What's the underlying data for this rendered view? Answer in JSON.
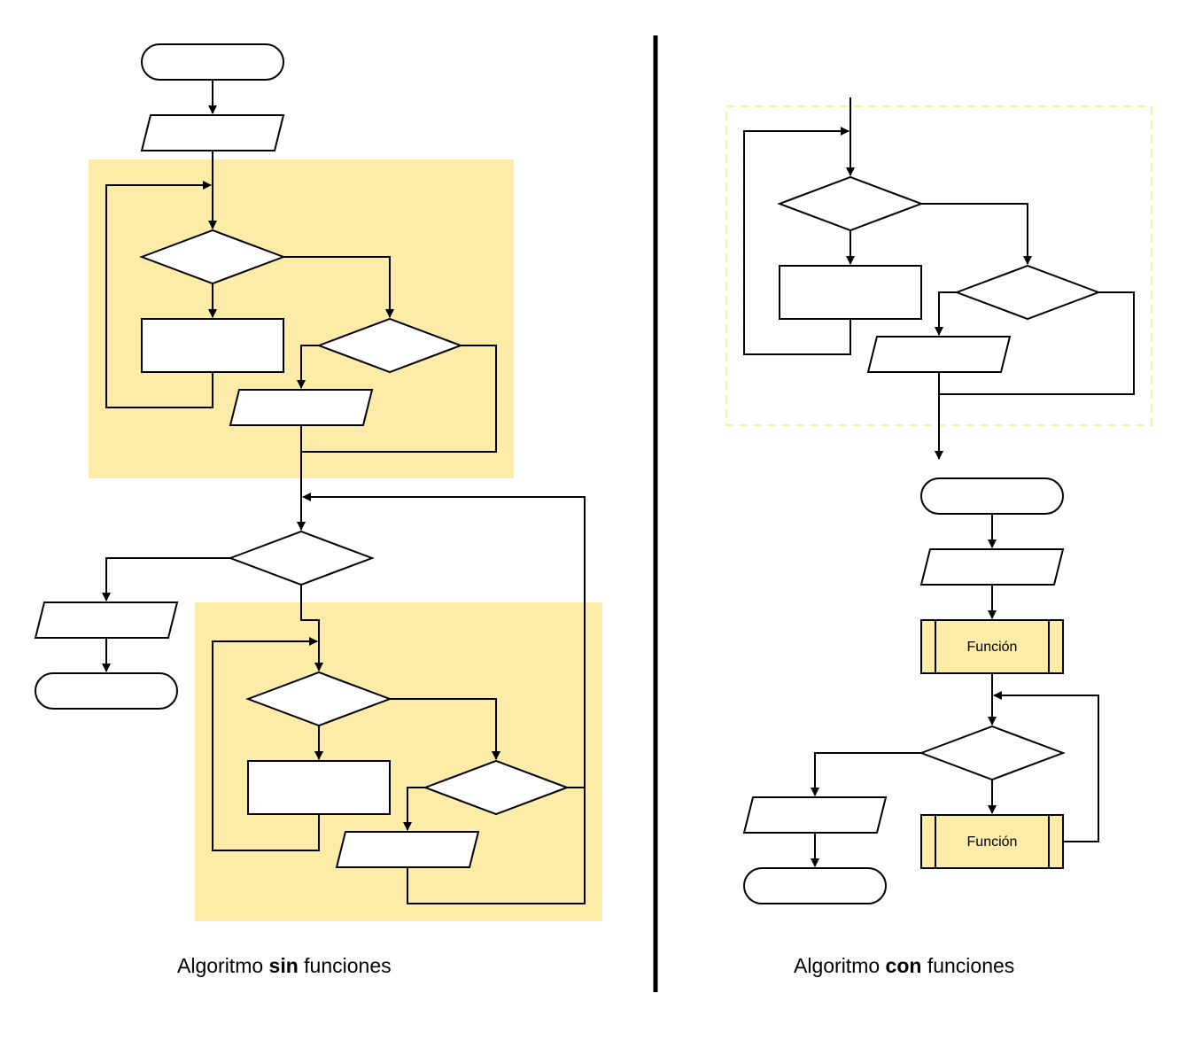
{
  "left_caption": {
    "pre": "Algoritmo ",
    "bold": "sin",
    "post": " funciones"
  },
  "right_caption": {
    "pre": "Algoritmo ",
    "bold": "con",
    "post": " funciones"
  },
  "function_label": "Función",
  "colors": {
    "highlight": "#fdeba8",
    "dashed_border": "#fdeba8",
    "stroke": "#000000",
    "node_fill": "#ffffff"
  }
}
